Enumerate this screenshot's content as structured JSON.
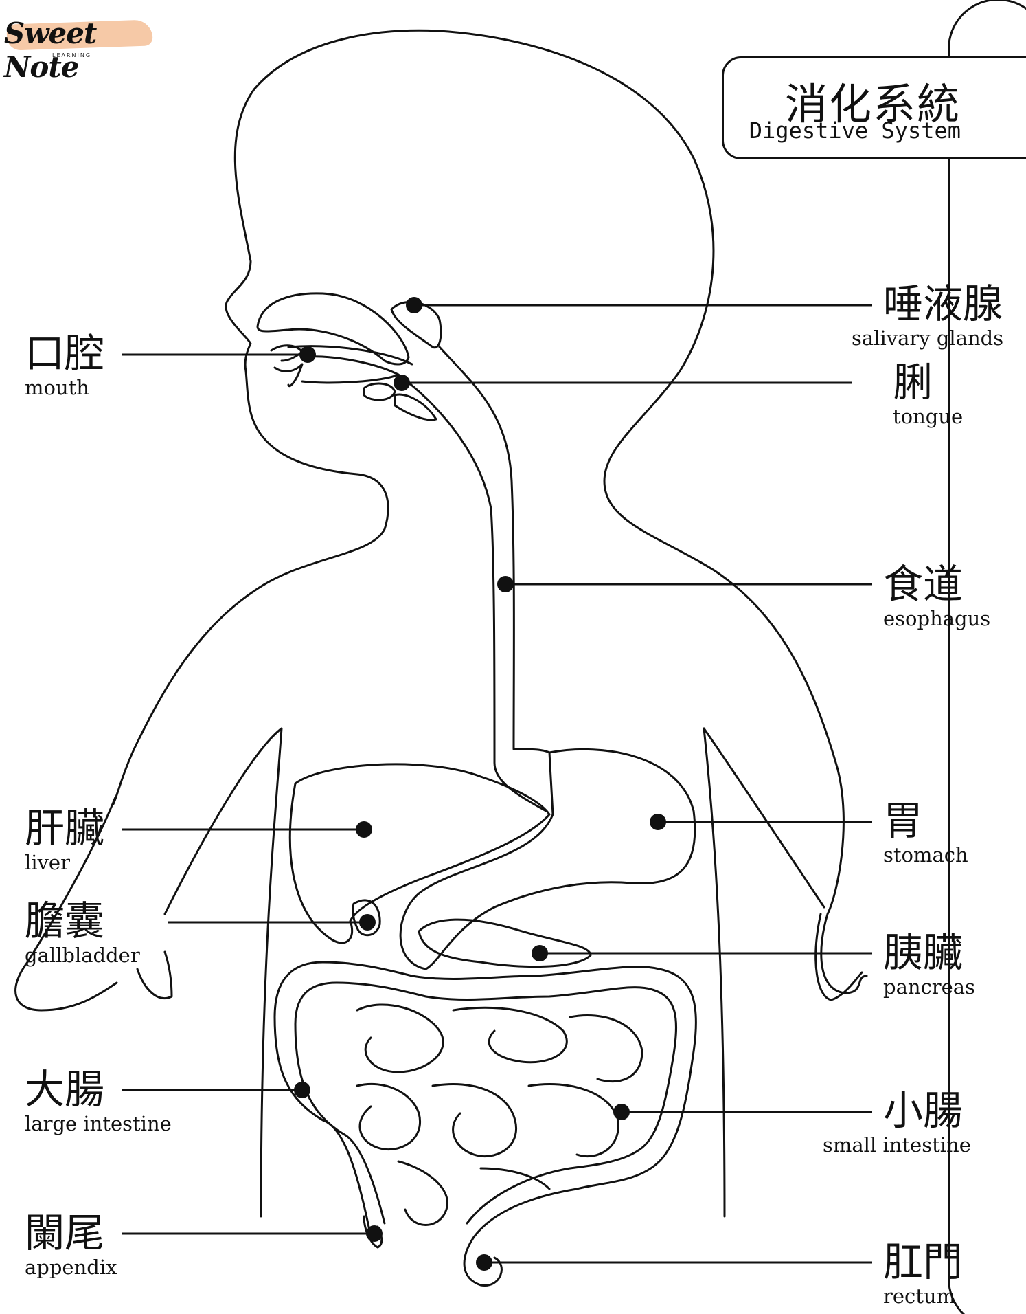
{
  "logo": {
    "text": "Sweet Note",
    "sub": "LEARNING"
  },
  "title": {
    "zh": "消化系統",
    "en": "Digestive System"
  },
  "labels": {
    "salivary": {
      "zh": "唾液腺",
      "en": "salivary glands"
    },
    "mouth": {
      "zh": "口腔",
      "en": "mouth"
    },
    "tongue": {
      "zh": "脷",
      "en": "tongue"
    },
    "esophagus": {
      "zh": "食道",
      "en": "esophagus"
    },
    "liver": {
      "zh": "肝臟",
      "en": "liver"
    },
    "stomach": {
      "zh": "胃",
      "en": "stomach"
    },
    "gallbladder": {
      "zh": "膽囊",
      "en": "gallbladder"
    },
    "pancreas": {
      "zh": "胰臟",
      "en": "pancreas"
    },
    "large_intestine": {
      "zh": "大腸",
      "en": "large intestine"
    },
    "small_intestine": {
      "zh": "小腸",
      "en": "small intestine"
    },
    "appendix": {
      "zh": "闌尾",
      "en": "appendix"
    },
    "rectum": {
      "zh": "肛門",
      "en": "rectum"
    }
  },
  "colors": {
    "line": "#111111",
    "logo_accent": "#f6c9a7",
    "background": "#ffffff"
  }
}
